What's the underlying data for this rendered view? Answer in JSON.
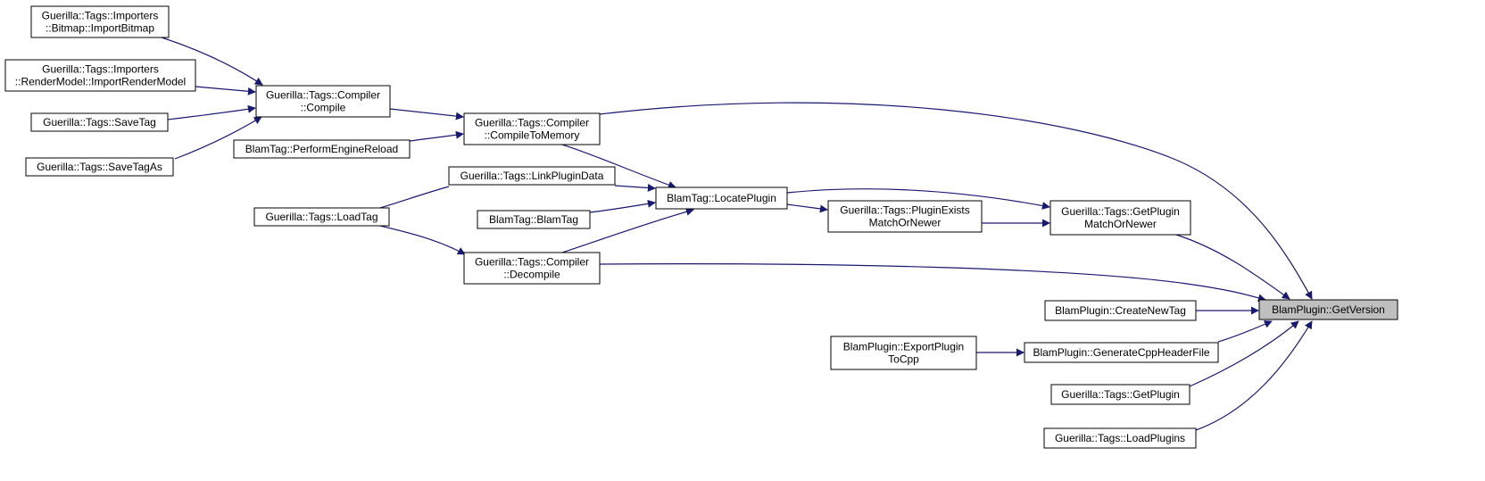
{
  "colors": {
    "edge": "#191970",
    "node_fill": "#ffffff",
    "node_stroke": "#000000",
    "focus_fill": "#bfbfbf"
  },
  "nodes": [
    {
      "id": "import-bitmap",
      "lines": [
        "Guerilla::Tags::Importers",
        "::Bitmap::ImportBitmap"
      ]
    },
    {
      "id": "import-render-model",
      "lines": [
        "Guerilla::Tags::Importers",
        "::RenderModel::ImportRenderModel"
      ]
    },
    {
      "id": "save-tag",
      "lines": [
        "Guerilla::Tags::SaveTag"
      ]
    },
    {
      "id": "save-tag-as",
      "lines": [
        "Guerilla::Tags::SaveTagAs"
      ]
    },
    {
      "id": "compiler-compile",
      "lines": [
        "Guerilla::Tags::Compiler",
        "::Compile"
      ]
    },
    {
      "id": "perform-engine-reload",
      "lines": [
        "BlamTag::PerformEngineReload"
      ]
    },
    {
      "id": "compile-to-memory",
      "lines": [
        "Guerilla::Tags::Compiler",
        "::CompileToMemory"
      ]
    },
    {
      "id": "link-plugin-data",
      "lines": [
        "Guerilla::Tags::LinkPluginData"
      ]
    },
    {
      "id": "load-tag",
      "lines": [
        "Guerilla::Tags::LoadTag"
      ]
    },
    {
      "id": "blamtag-ctor",
      "lines": [
        "BlamTag::BlamTag"
      ]
    },
    {
      "id": "decompile",
      "lines": [
        "Guerilla::Tags::Compiler",
        "::Decompile"
      ]
    },
    {
      "id": "locate-plugin",
      "lines": [
        "BlamTag::LocatePlugin"
      ]
    },
    {
      "id": "plugin-exists",
      "lines": [
        "Guerilla::Tags::PluginExists",
        "MatchOrNewer"
      ]
    },
    {
      "id": "get-plugin-match",
      "lines": [
        "Guerilla::Tags::GetPlugin",
        "MatchOrNewer"
      ]
    },
    {
      "id": "create-new-tag",
      "lines": [
        "BlamPlugin::CreateNewTag"
      ]
    },
    {
      "id": "export-plugin-cpp",
      "lines": [
        "BlamPlugin::ExportPlugin",
        "ToCpp"
      ]
    },
    {
      "id": "generate-cpp-header",
      "lines": [
        "BlamPlugin::GenerateCppHeaderFile"
      ]
    },
    {
      "id": "get-plugin",
      "lines": [
        "Guerilla::Tags::GetPlugin"
      ]
    },
    {
      "id": "load-plugins",
      "lines": [
        "Guerilla::Tags::LoadPlugins"
      ]
    },
    {
      "id": "get-version",
      "lines": [
        "BlamPlugin::GetVersion"
      ],
      "focus": true
    }
  ]
}
